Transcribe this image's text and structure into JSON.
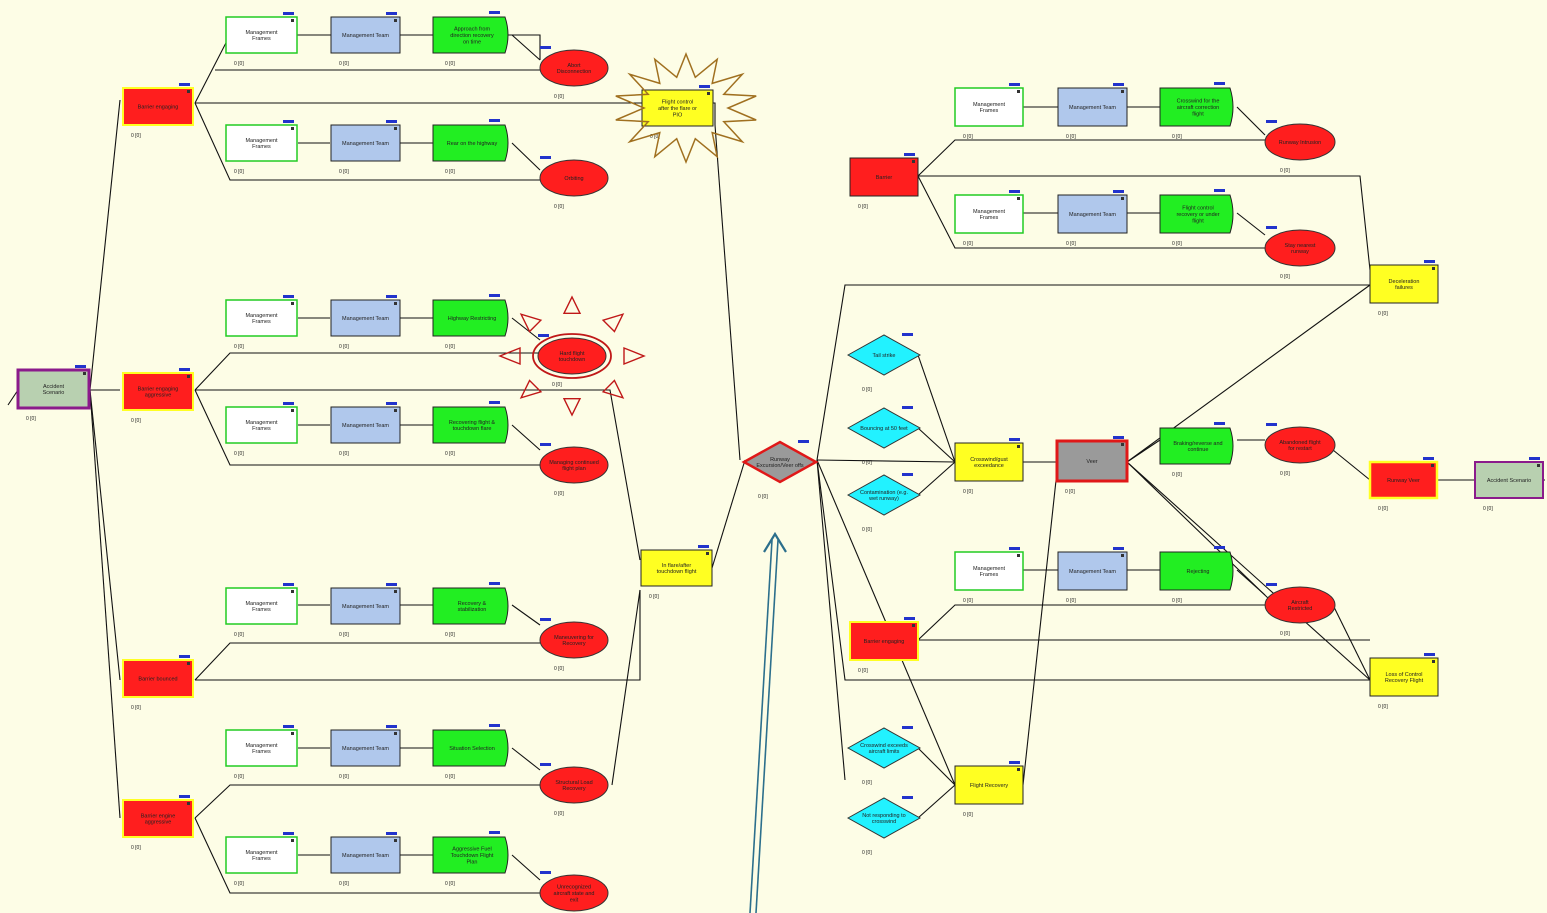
{
  "colors": {
    "background": "#fdfde6",
    "event_red": "#ff1e1e",
    "gate_yellow": "#ffff22",
    "action_green": "#22ee22",
    "system_blue": "#b0c8ec",
    "condition_cyan": "#22f2ff",
    "start_purple_border": "#8b1a8b",
    "end_green": "#b8d0b0"
  },
  "labels": {
    "left_top_event": "Barrier engaging",
    "left_mid_event": "Barrier engaging aggressive",
    "left_low_event": "Barrier bounced",
    "left_bottom_event": "Barrier engine aggressive",
    "mgmt_frame": "Management Frames",
    "mgmt_team": "Management Team",
    "approach_correct": "Approach from direction recovery on time",
    "go_around": "Rear on the highway",
    "check_approach": "Highway Restricting",
    "recovery_bounce": "Recovering flight & touchdown flare",
    "recovery_technique": "Recovery & stabilization",
    "regain_control": "Situation Selection",
    "aggressive_handling": "Aggressive Fuel Touchdown Flight Plan",
    "outcome_1": "Abort Disconnection",
    "outcome_2": "Orbiting",
    "outcome_3": "Hard flight touchdown",
    "outcome_4": "Managing continued flight plan",
    "outcome_5": "Maneuvering for Recovery",
    "outcome_6": "Structural Load Recovery",
    "outcome_7": "Unrecognized aircraft state and exit",
    "gate_top": "Flight control after the flare or PIO",
    "gate_mid": "In flare/after touchdown flight",
    "center_event": "Runway Excursion/Veer offs",
    "cond_1": "Tail strike",
    "cond_2": "Bouncing at 50 feet",
    "cond_3": "Contamination (e.g. wet runway)",
    "cond_4": "Crosswind exceeds aircraft limits",
    "cond_5": "Not responding to crosswind",
    "cause_gate": "Crosswind/gust exceedance",
    "top_event": "Veer",
    "right_event_top": "Barrier",
    "right_event_bottom": "Barrier engaging",
    "right_action_1": "Crosswind for the aircraft correction flight",
    "right_action_2": "Flight control recovery or under flight",
    "right_action_3": "Rejecting",
    "right_action_4": "Braking/reverse and continue",
    "right_outcome_1": "Runway Intrusion",
    "right_outcome_2": "Stay nearest runway",
    "right_outcome_3": "Abandoned flight for restart",
    "right_outcome_4": "Aircraft Restricted",
    "right_gate_1": "Deceleration failures",
    "right_gate_2": "Loss of Control Recovery Flight",
    "right_gate_3": "Flight Recovery",
    "final_event": "Runway Veer",
    "end_state": "Accident Scenario",
    "prob_label": "0 [0]",
    "tab_label": "—"
  }
}
